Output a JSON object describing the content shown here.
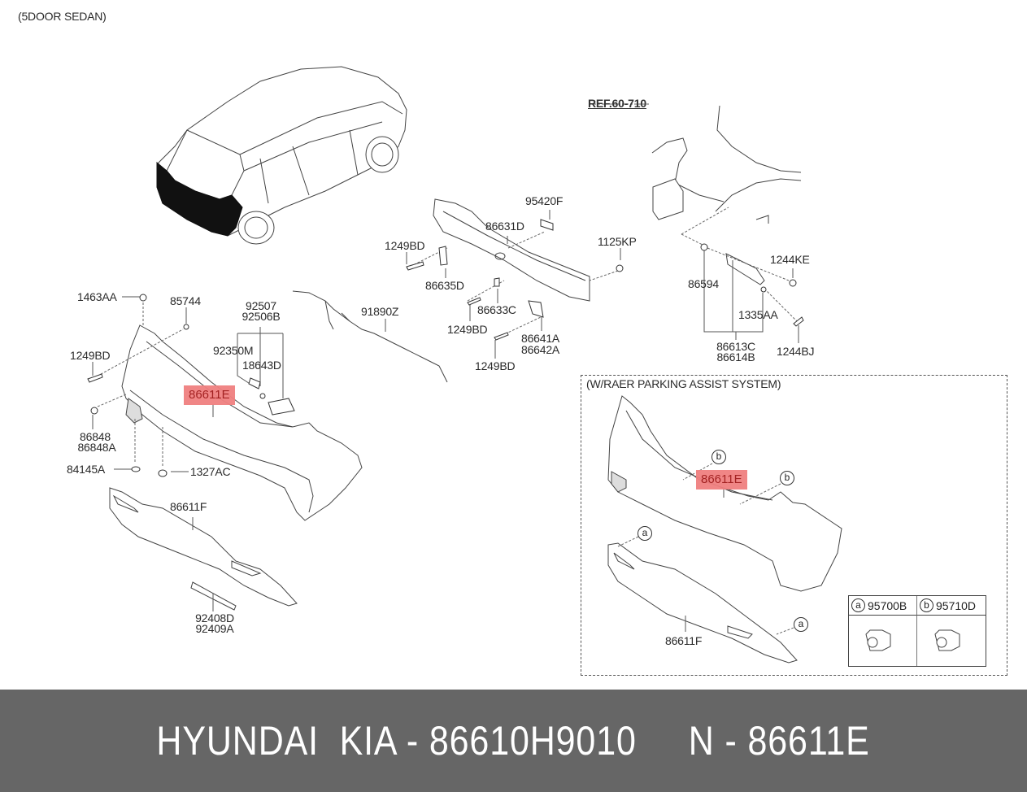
{
  "diagram": {
    "body_type": "(5DOOR SEDAN)",
    "reference": "REF.60-710",
    "highlight_color": "#f08080",
    "part_labels": {
      "p1463AA": "1463AA",
      "p85744": "85744",
      "p1249BD_left": "1249BD",
      "p86848": "86848",
      "p86848A": "86848A",
      "p84145A": "84145A",
      "p1327AC": "1327AC",
      "p92507": "92507",
      "p92506B": "92506B",
      "p92350M": "92350M",
      "p18643D": "18643D",
      "p86611E_main": "86611E",
      "p86611F_main": "86611F",
      "p92408D": "92408D",
      "p92409A": "92409A",
      "p91890Z": "91890Z",
      "p95420F": "95420F",
      "p86631D": "86631D",
      "p1249BD_top": "1249BD",
      "p86635D": "86635D",
      "p86633C": "86633C",
      "p1249BD_mid": "1249BD",
      "p86641A": "86641A",
      "p86642A": "86642A",
      "p1249BD_bot": "1249BD",
      "p1125KP": "1125KP",
      "p86594": "86594",
      "p1244KE": "1244KE",
      "p1335AA": "1335AA",
      "p86613C": "86613C",
      "p86614B": "86614B",
      "p1244BJ": "1244BJ"
    },
    "inset": {
      "title": "(W/RAER PARKING ASSIST SYSTEM)",
      "highlight_label": "86611E",
      "lower_label": "86611F",
      "callouts": {
        "b1": "b",
        "b2": "b",
        "a1": "a",
        "a2": "a"
      },
      "legend": [
        {
          "key": "a",
          "part": "95700B",
          "icon": "parking-sensor-icon"
        },
        {
          "key": "b",
          "part": "95710D",
          "icon": "parking-sensor-icon"
        }
      ]
    }
  },
  "footer": {
    "text": "HYUNDAI  KIA - 86610H9010     N - 86611E",
    "background": "#666666"
  }
}
